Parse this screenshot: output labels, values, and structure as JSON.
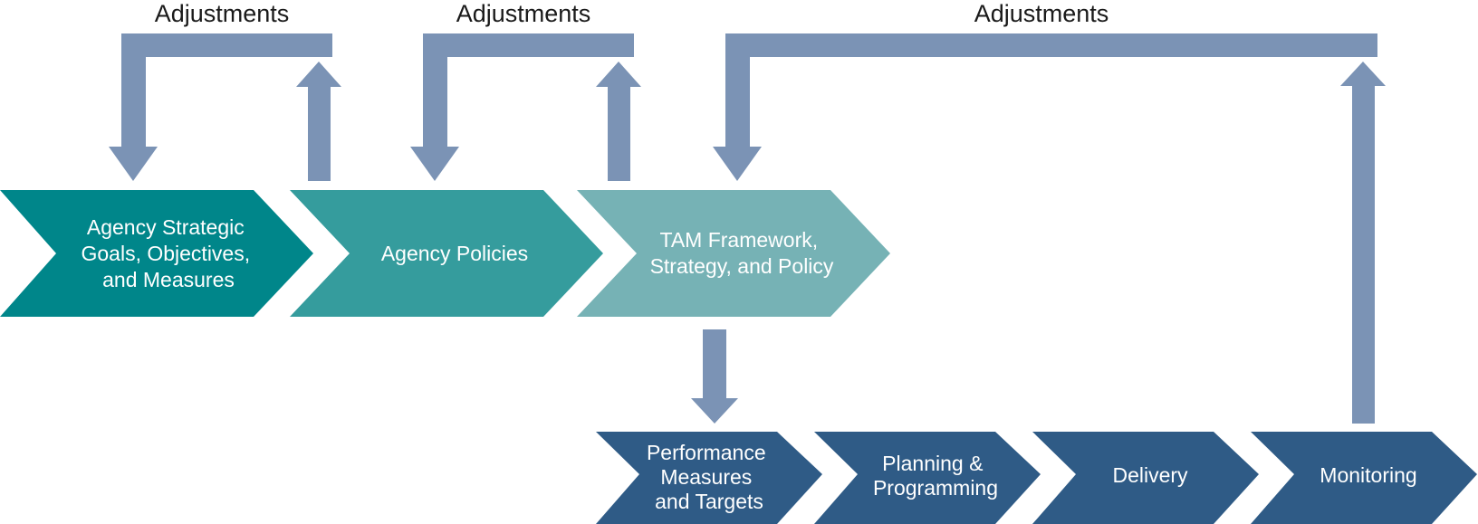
{
  "colors": {
    "arrow": "#7b93b5",
    "step_teal_dark": "#00868a",
    "step_teal_mid": "#359c9d",
    "step_teal_light": "#76b2b5",
    "step_navy": "#2f5b86",
    "text_light": "#ffffff",
    "text_dark": "#1a1a1a"
  },
  "feedback": {
    "adjustments_1": "Adjustments",
    "adjustments_2": "Adjustments",
    "adjustments_3": "Adjustments"
  },
  "top_steps": [
    {
      "lines": [
        "Agency Strategic",
        "Goals, Objectives,",
        "and Measures"
      ]
    },
    {
      "lines": [
        "Agency Policies"
      ]
    },
    {
      "lines": [
        "TAM Framework,",
        "Strategy, and Policy"
      ]
    }
  ],
  "bottom_steps": [
    {
      "lines": [
        "Performance",
        "Measures",
        "and Targets"
      ]
    },
    {
      "lines": [
        "Planning &",
        "Programming"
      ]
    },
    {
      "lines": [
        "Delivery"
      ]
    },
    {
      "lines": [
        "Monitoring"
      ]
    }
  ]
}
